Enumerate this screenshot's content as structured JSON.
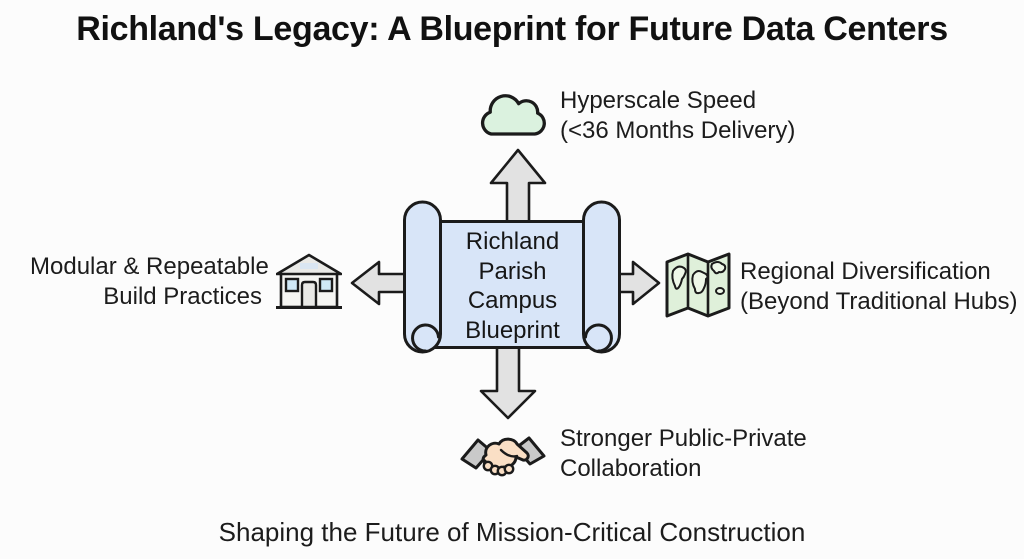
{
  "title": "Richland's Legacy: A Blueprint for Future Data Centers",
  "footer": "Shaping the Future of Mission-Critical Construction",
  "center": {
    "lines": [
      "Richland",
      "Parish",
      "Campus",
      "Blueprint"
    ]
  },
  "nodes": {
    "top": {
      "line1": "Hyperscale Speed",
      "line2": "(<36 Months Delivery)",
      "icon": "cloud-icon"
    },
    "left": {
      "line1": "Modular & Repeatable",
      "line2": "Build Practices",
      "icon": "warehouse-icon"
    },
    "right": {
      "line1": "Regional Diversification",
      "line2": "(Beyond Traditional Hubs)",
      "icon": "map-icon"
    },
    "bottom": {
      "line1": "Stronger Public-Private",
      "line2": "Collaboration",
      "icon": "handshake-icon"
    }
  },
  "colors": {
    "background": "#fcfcfc",
    "outline": "#1b1b1b",
    "arrow_fill": "#e2e2e2",
    "scroll_fill": "#d8e5f8",
    "cloud_fill": "#dbf2df",
    "map_fill": "#dff0da",
    "land_fill": "#eef7e8",
    "wall_fill": "#f5f5f2",
    "roof_fill": "#eaeae7",
    "window_fill": "#cfe8f6",
    "door_fill": "#e9e9e6",
    "sign_fill": "#d7e5f3",
    "sleeve_fill": "#c9c9c9",
    "hand_fill": "#fadfc5"
  }
}
